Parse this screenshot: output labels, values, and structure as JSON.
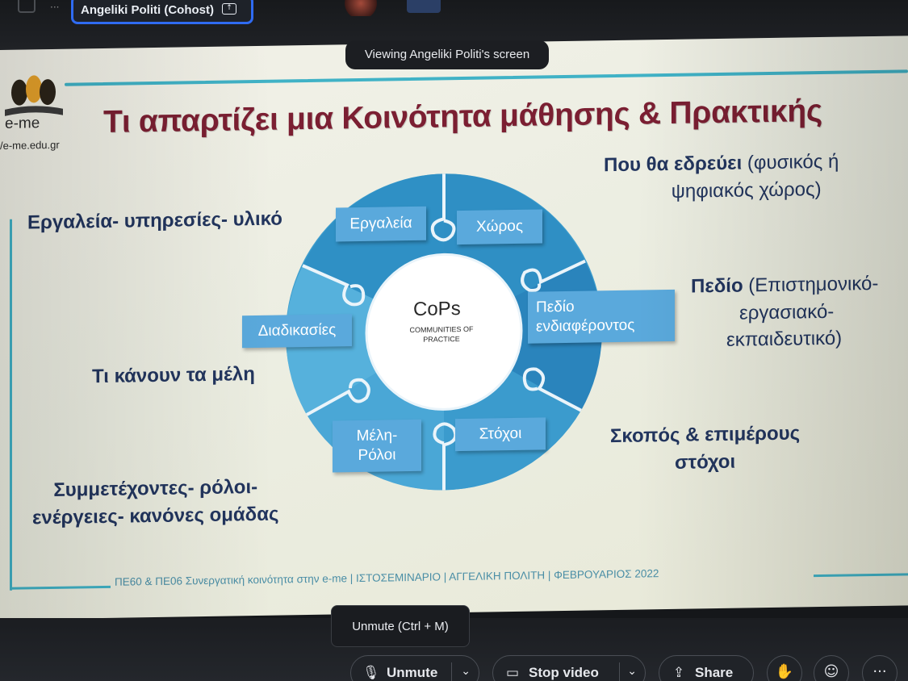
{
  "meeting": {
    "cohost_name": "Angeliki Politi (Cohost)",
    "viewing_text": "Viewing Angeliki Politi's screen",
    "tooltip_text": "Unmute (Ctrl + M)",
    "controls": {
      "unmute_label": "Unmute",
      "stop_video_label": "Stop video",
      "share_label": "Share"
    }
  },
  "slide": {
    "logo_text": "e-me",
    "logo_url": "/e-me.edu.gr",
    "title": "Τι απαρτίζει μια Κοινότητα μάθησης & Πρακτικής",
    "center": {
      "title": "CoPs",
      "subtitle_1": "COMMUNITIES OF",
      "subtitle_2": "PRACTICE"
    },
    "tiles": {
      "tools": "Εργαλεία",
      "space": "Χώρος",
      "field_1": "Πεδίο",
      "field_2": "ενδιαφέροντος",
      "goals": "Στόχοι",
      "members_1": "Μέλη-",
      "members_2": "Ρόλοι",
      "procedures": "Διαδικασίες"
    },
    "labels": {
      "tools_desc": "Εργαλεία- υπηρεσίες- υλικό",
      "where_bold": "Που θα εδρεύει",
      "where_norm_1": " (φυσικός ή",
      "where_norm_2": "ψηφιακός χώρος)",
      "field_bold": "Πεδίο",
      "field_norm_1": " (Επιστημονικό-",
      "field_norm_2": "εργασιακό-",
      "field_norm_3": "εκπαιδευτικό)",
      "members_do": "Τι κάνουν τα μέλη",
      "goals_1": "Σκοπός & επιμέρους",
      "goals_2": "στόχοι",
      "participants_1": "Συμμετέχοντες- ρόλοι-",
      "participants_2": "ενέργειες- κανόνες ομάδας"
    },
    "footer": "ΠΕ60 & ΠΕ06 Συνεργατική κοινότητα στην e-me  |  ΙΣΤΟΣΕΜΙΝΑΡΙΟ  |  ΑΓΓΕΛΙΚΗ ΠΟΛΙΤΗ  |  ΦΕΒΡΟΥΑΡΙΟΣ 2022",
    "colors": {
      "title": "#7b1f32",
      "label": "#22355e",
      "accent_line": "#40b2c6",
      "wheel_dark": "#2d87bd",
      "wheel_mid": "#3da0cf",
      "wheel_light": "#5ab4de",
      "tile": "#5aa9dc"
    }
  }
}
